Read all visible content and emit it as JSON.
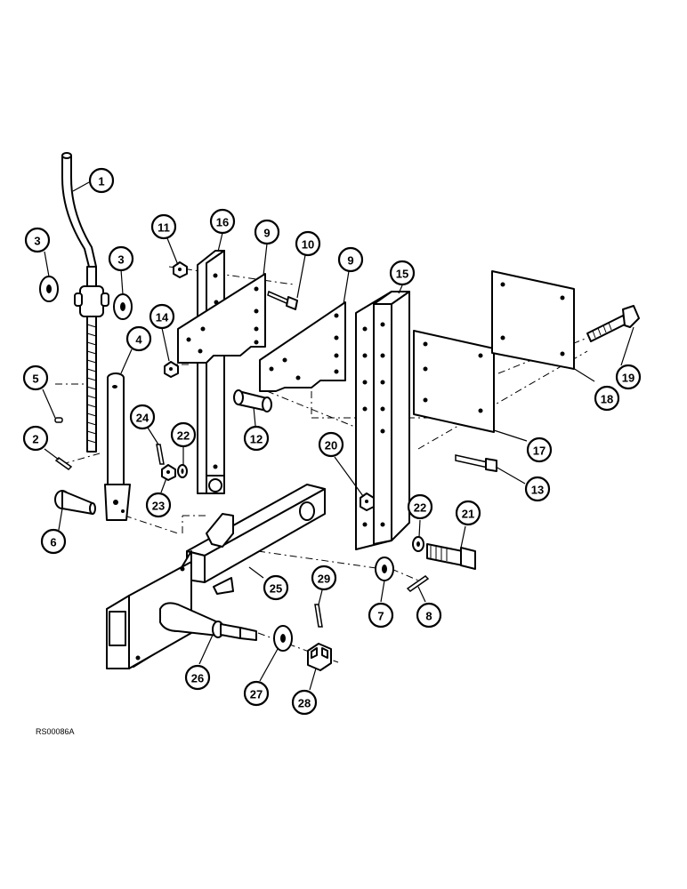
{
  "diagram": {
    "reference_code": "RS00086A",
    "callouts": [
      "1",
      "3",
      "3",
      "4",
      "5",
      "2",
      "6",
      "11",
      "16",
      "9",
      "10",
      "14",
      "24",
      "22",
      "23",
      "12",
      "9",
      "15",
      "20",
      "13",
      "18",
      "19",
      "17",
      "22",
      "21",
      "29",
      "25",
      "7",
      "8",
      "26",
      "27",
      "28"
    ]
  }
}
